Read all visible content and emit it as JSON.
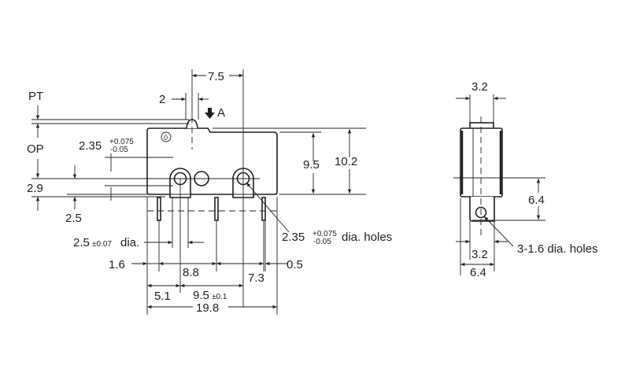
{
  "front_view": {
    "pt_label": "PT",
    "op_label": "OP",
    "dim_7_5": "7.5",
    "dim_2": "2",
    "arrow_a": "A",
    "dim_2_35": "2.35",
    "tol_plus": "+0.075",
    "tol_minus": "-0.05",
    "dim_2_9": "2.9",
    "dim_2_5": "2.5",
    "dim_9_5": "9.5",
    "dim_10_2": "10.2",
    "dim_2_5_dia": "2.5",
    "tol_2_5": "±0.07",
    "dia_suffix": "dia.",
    "holes_2_35": "2.35",
    "holes_tol_plus": "+0.075",
    "holes_tol_minus": "-0.05",
    "holes_suffix": "dia. holes",
    "dim_1_6": "1.6",
    "dim_8_8": "8.8",
    "dim_7_3": "7.3",
    "dim_0_5": "0.5",
    "dim_5_1": "5.1",
    "dim_9_5b": "9.5",
    "tol_9_5b": "±0.1",
    "dim_19_8": "19.8"
  },
  "side_view": {
    "dim_top_3_2": "3.2",
    "dim_6_4_v": "6.4",
    "dim_bottom_3_2": "3.2",
    "dim_bottom_6_4": "6.4",
    "holes_note": "3-1.6 dia. holes"
  }
}
